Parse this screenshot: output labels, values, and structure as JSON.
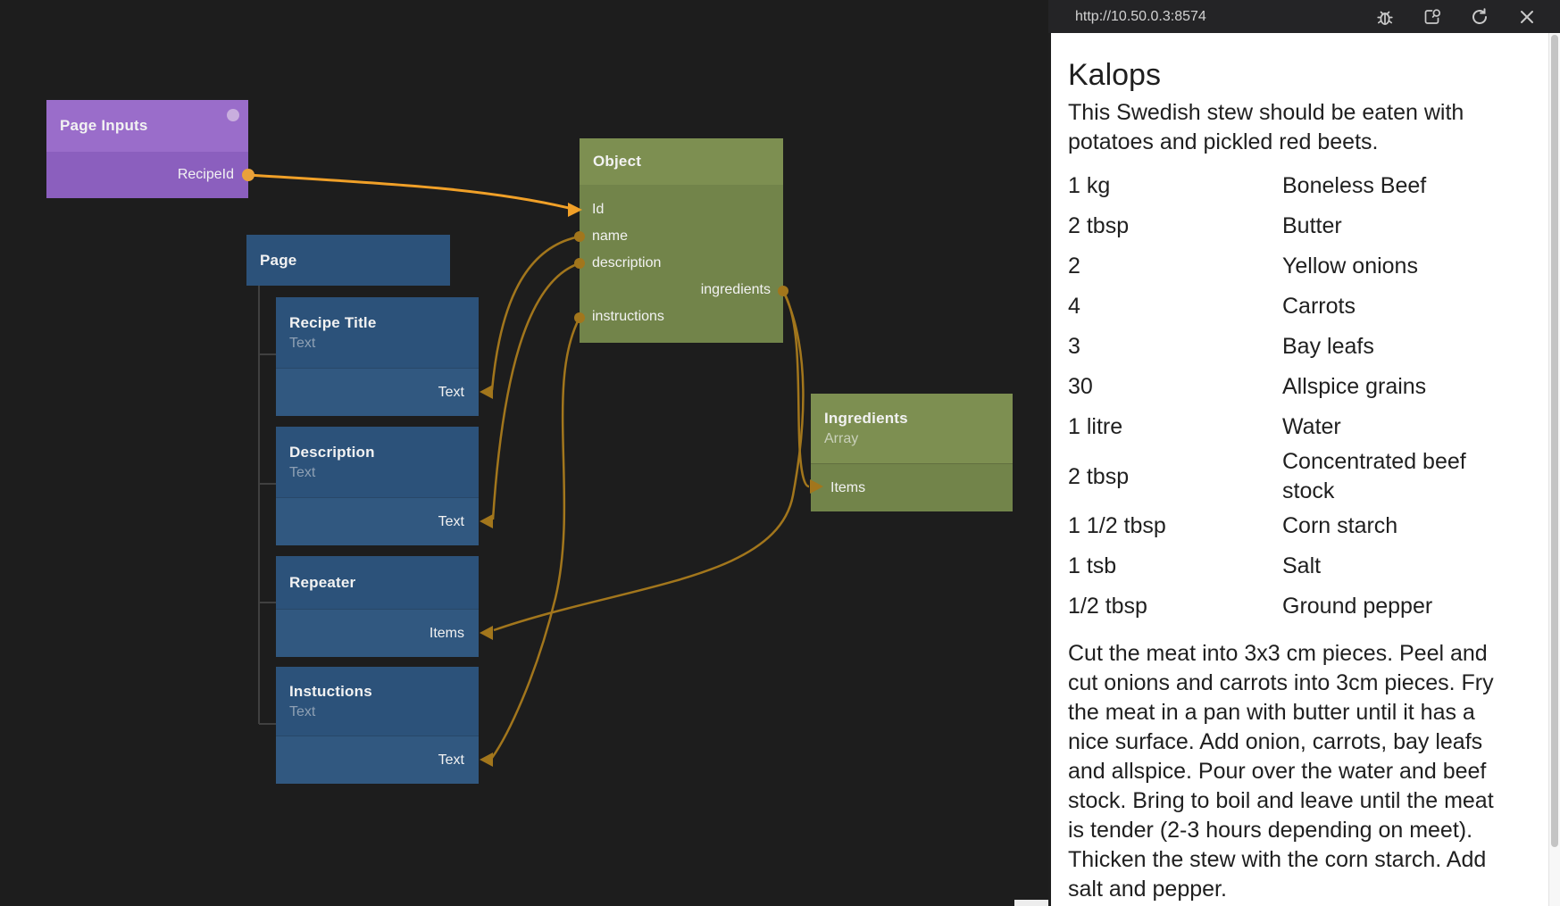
{
  "canvas": {
    "nodes": {
      "page_inputs": {
        "title": "Page Inputs",
        "output_port": "RecipeId"
      },
      "page": {
        "title": "Page"
      },
      "recipe_title": {
        "title": "Recipe Title",
        "subtitle": "Text",
        "input_port": "Text"
      },
      "description": {
        "title": "Description",
        "subtitle": "Text",
        "input_port": "Text"
      },
      "repeater": {
        "title": "Repeater",
        "input_port": "Items"
      },
      "instuctions": {
        "title": "Instuctions",
        "subtitle": "Text",
        "input_port": "Text"
      },
      "object": {
        "title": "Object",
        "input_ports": [
          "Id",
          "name",
          "description",
          "instructions"
        ],
        "output_port": "ingredients"
      },
      "ingredients": {
        "title": "Ingredients",
        "subtitle": "Array",
        "input_port": "Items"
      }
    }
  },
  "preview": {
    "url": "http://10.50.0.3:8574",
    "toolbar_icons": [
      "debug",
      "open-preview-window",
      "refresh",
      "close"
    ],
    "recipe": {
      "title": "Kalops",
      "description": "This Swedish stew should be eaten with potatoes and pickled red beets.",
      "ingredients": [
        {
          "qty": "1 kg",
          "name": "Boneless Beef"
        },
        {
          "qty": "2 tbsp",
          "name": "Butter"
        },
        {
          "qty": "2",
          "name": "Yellow onions"
        },
        {
          "qty": "4",
          "name": "Carrots"
        },
        {
          "qty": "3",
          "name": "Bay leafs"
        },
        {
          "qty": "30",
          "name": "Allspice grains"
        },
        {
          "qty": "1 litre",
          "name": "Water"
        },
        {
          "qty": "2 tbsp",
          "name": "Concentrated beef stock"
        },
        {
          "qty": "1 1/2 tbsp",
          "name": "Corn starch"
        },
        {
          "qty": "1 tsb",
          "name": "Salt"
        },
        {
          "qty": "1/2 tbsp",
          "name": "Ground pepper"
        }
      ],
      "instructions": "Cut the meat into 3x3 cm pieces. Peel and cut onions and carrots into 3cm pieces. Fry the meat in a pan with butter until it has a nice surface. Add onion, carrots, bay leafs and allspice. Pour over the water and beef stock. Bring to boil and leave until the meat is tender (2-3 hours depending on meet). Thicken the stew with the corn starch. Add salt and pepper."
    }
  },
  "colors": {
    "canvas_bg": "#1d1d1d",
    "wire": "#a2761c",
    "wire_active": "#f0a028",
    "node_purple": "#9a6dca",
    "node_blue": "#2c527a",
    "node_green": "#7d8f51",
    "port_dot_active": "#e9a13a",
    "panel_bg": "#ffffff"
  }
}
